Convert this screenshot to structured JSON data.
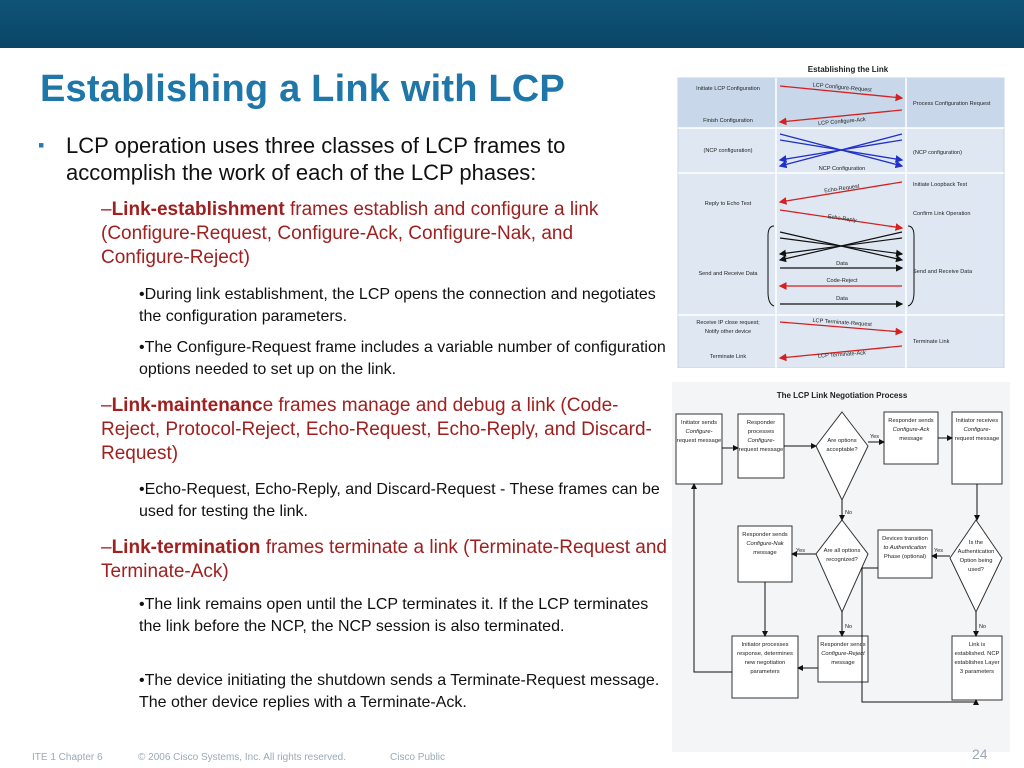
{
  "slide": {
    "title": "Establishing a Link with LCP",
    "bullet": "LCP operation uses three classes of LCP frames to accomplish the work of each of the LCP phases:",
    "sections": [
      {
        "dash": "–",
        "bold": "Link-establishment",
        "rest": " frames establish and configure a link (Configure-Request, Configure-Ack, Configure-Nak, and Configure-Reject)",
        "subs": [
          "•During link establishment, the LCP opens the connection and negotiates the configuration parameters.",
          "•The Configure-Request frame includes a variable number of configuration options needed to set up on the link."
        ]
      },
      {
        "dash": "–",
        "bold": "Link-maintenanc",
        "rest": "e frames manage and debug a link (Code-Reject, Protocol-Reject, Echo-Request, Echo-Reply, and Discard-Request)",
        "subs": [
          "•Echo-Request, Echo-Reply, and Discard-Request - These frames can be used for testing the link."
        ]
      },
      {
        "dash": "–",
        "bold": "Link-termination",
        "rest": " frames terminate a link (Terminate-Request and Terminate-Ack)",
        "subs": [
          "•The link remains open until the LCP terminates it. If the LCP terminates the link before the NCP, the NCP session is also terminated.",
          "•The device initiating the shutdown sends a Terminate-Request message. The other device replies with a Terminate-Ack."
        ]
      }
    ]
  },
  "footer": {
    "course": "ITE 1 Chapter 6",
    "copyright": "© 2006 Cisco Systems, Inc. All rights reserved.",
    "classification": "Cisco Public",
    "page": "24"
  },
  "colors": {
    "header_bar": "#0f5478",
    "title": "#1f76a8",
    "sub_text": "#a01f1f",
    "arrow_red": "#d42020",
    "arrow_blue": "#2030c8"
  },
  "diagram1": {
    "title": "Establishing the Link",
    "left": [
      "Initiate LCP Configuration",
      "Finish Configuration",
      "(NCP configuration)",
      "Reply to Echo Test",
      "Send and Receive Data",
      "Receive IP close request;",
      "Notify other device",
      "Terminate Link"
    ],
    "right": [
      "Process Configuration Request",
      "(NCP configuration)",
      "Initiate Loopback Test",
      "Confirm Link Operation",
      "Send and Receive Data",
      "Terminate Link"
    ],
    "msgs": [
      "LCP Configure-Request",
      "LCP Configure-Ack",
      "NCP Configuration",
      "Echo-Request",
      "Echo-Reply",
      "Data",
      "Code-Reject",
      "Data",
      "LCP Terminate-Request",
      "LCP Terminate-Ack"
    ]
  },
  "diagram2": {
    "title": "The LCP Link Negotiation Process",
    "initiator_sends": [
      "Initiator sends",
      "Configure-",
      "request message"
    ],
    "responder_processes": [
      "Responder",
      "processes",
      "Configure-",
      "request message"
    ],
    "options_acceptable": [
      "Are options",
      "acceptable?"
    ],
    "responder_sends_ack": [
      "Responder sends",
      "Configure-Ack",
      "message"
    ],
    "initiator_receives": [
      "Initiator receives",
      "Configure-",
      "request message"
    ],
    "responder_sends_nak": [
      "Responder sends",
      "Configure-Nak",
      "message"
    ],
    "all_recognized": [
      "Are all options",
      "recognized?"
    ],
    "devices_transition": [
      "Devices transition",
      "to Authentication",
      "Phase (optional)"
    ],
    "auth_used": [
      "Is the",
      "Authentication",
      "Option being",
      "used?"
    ],
    "initiator_processes": [
      "Initiator processes",
      "response, determines",
      "new negotiation",
      "parameters"
    ],
    "responder_sends_reject": [
      "Responder sends",
      "Configure-Reject",
      "message"
    ],
    "link_established": [
      "Link is",
      "established. NCP",
      "establishes Layer",
      "3 parameters"
    ],
    "yes": "Yes",
    "no": "No"
  }
}
